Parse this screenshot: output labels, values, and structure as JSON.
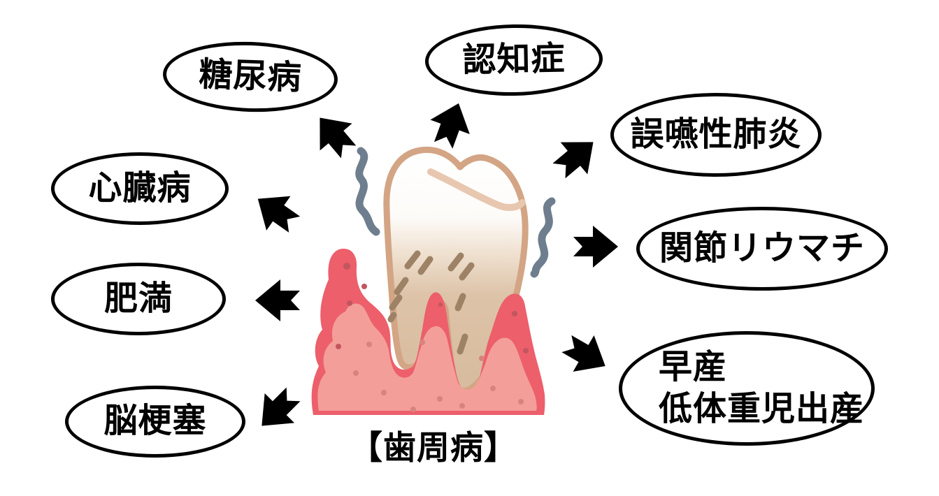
{
  "diagram": {
    "center_label": "【歯周病】",
    "center_illustration": "diseased-tooth-in-inflamed-gums",
    "nodes": [
      {
        "id": "diabetes",
        "label": "糖尿病"
      },
      {
        "id": "dementia",
        "label": "認知症"
      },
      {
        "id": "aspiration-pneumonia",
        "label": "誤嚥性肺炎"
      },
      {
        "id": "rheumatoid-arthritis",
        "label": "関節リウマチ"
      },
      {
        "id": "premature-birth",
        "label": "早産",
        "label_line2": "低体重児出産"
      },
      {
        "id": "heart-disease",
        "label": "心臓病"
      },
      {
        "id": "obesity",
        "label": "肥満"
      },
      {
        "id": "cerebral-infarction",
        "label": "脳梗塞"
      }
    ],
    "colors": {
      "background": "#ffffff",
      "ellipse_border": "#000000",
      "arrow": "#000000",
      "text": "#000000",
      "gum_outer_red": "#ec5f6b",
      "gum_inner_pink": "#f49e99",
      "gum_dot_dark": "#c2565f",
      "gum_dot_light": "#d8837d",
      "tooth_outline": "#d3a585",
      "tooth_shade_tan": "#d7bb9e",
      "tartar_brown": "#9d8266",
      "wobble_line_gray": "#6e7e8e"
    }
  }
}
